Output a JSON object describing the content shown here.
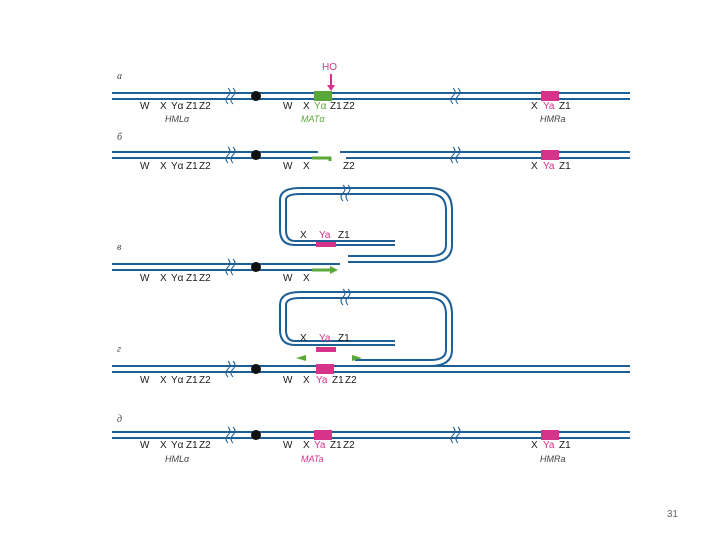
{
  "panels": [
    "a",
    "б",
    "в",
    "г",
    "д"
  ],
  "ho_label": "HO",
  "hml": {
    "w": "W",
    "x": "X",
    "ya": "Yα",
    "z1": "Z1",
    "z2": "Z2",
    "locus": "HMLα"
  },
  "mat": {
    "w": "W",
    "x": "X",
    "ya": "Yα",
    "z1": "Z1",
    "z2": "Z2",
    "locus": "MATα",
    "ya_a": "Ya",
    "locus_final": "MATa"
  },
  "hmr": {
    "x": "X",
    "ya": "Ya",
    "z1": "Z1",
    "locus": "HMRa"
  },
  "loop": {
    "x": "X",
    "ya": "Ya",
    "z1": "Z1"
  },
  "colors": {
    "dna": "#1e5f96",
    "ya_pink": "#d6338a",
    "yalpha_green": "#5aa83a"
  },
  "slide_number": "31"
}
